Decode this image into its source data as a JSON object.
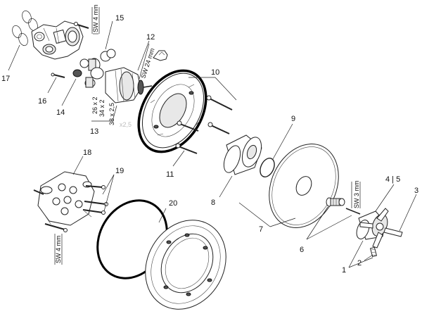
{
  "callouts": {
    "c1": "1",
    "c2": "2",
    "c3": "3",
    "c45": "4 | 5",
    "c6": "6",
    "c7": "7",
    "c8": "8",
    "c9": "9",
    "c10": "10",
    "c11": "11",
    "c12": "12",
    "c13": "13",
    "c14": "14",
    "c15": "15",
    "c16": "16",
    "c17": "17",
    "c18": "18",
    "c19": "19",
    "c20": "20"
  },
  "tool_labels": {
    "sw4_top": "SW 4 mm",
    "sw24": "SW 24 mm",
    "sw3": "SW 3 mm",
    "sw4_bottom": "SW 4 mm"
  },
  "dimensions": {
    "d1": "26 x 2",
    "d2": "34 x 2",
    "d3": "38 x 2,5",
    "d4": "x2,5"
  }
}
